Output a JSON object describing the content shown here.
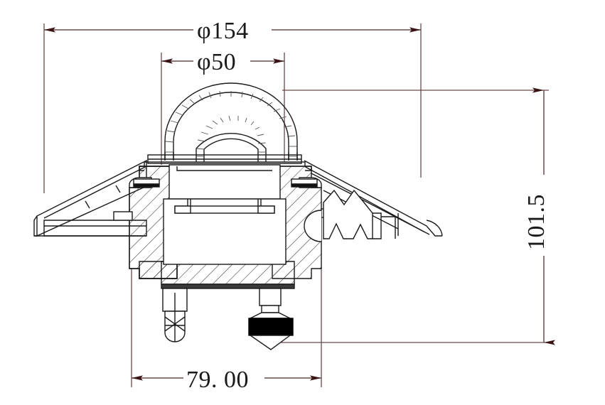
{
  "drawing": {
    "title": "Mechanical Part Cross-Section Drawing",
    "background_color": "#ffffff",
    "line_color": "#1a1a1a",
    "dimension_color": "#6b4a4a",
    "arrow_color": "#3a1414",
    "fill_black": "#000000",
    "view_type": "section view with hatching"
  },
  "dimensions": {
    "overall_width": {
      "label": "φ154",
      "value": 154,
      "symbol": "diameter",
      "orientation": "horizontal",
      "position": "top"
    },
    "bore_width": {
      "label": "φ50",
      "value": 50,
      "symbol": "diameter",
      "orientation": "horizontal",
      "position": "top-inner"
    },
    "overall_height": {
      "label": "101.5",
      "value": 101.5,
      "symbol": "none",
      "orientation": "vertical",
      "position": "right"
    },
    "body_width": {
      "label": "79. 00",
      "value": 79.0,
      "symbol": "none",
      "orientation": "horizontal",
      "position": "bottom"
    }
  },
  "features": {
    "handle": "double-arc threaded bail handle",
    "left_wing": "triangular sloped flange",
    "right_wing": "triangular sloped flange with sawtooth clamp",
    "bottom_left": "pin with cross-hatch marks",
    "bottom_right": "black filled conical nozzle",
    "center_body": "hatched section walls with hollow cavity"
  }
}
